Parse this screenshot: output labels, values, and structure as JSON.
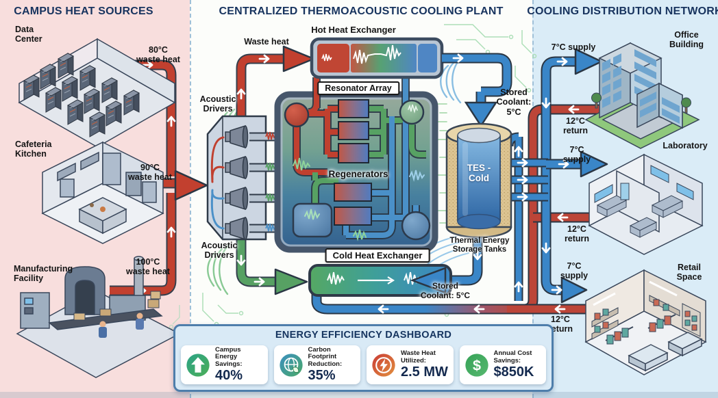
{
  "left_panel": {
    "title": "CAMPUS HEAT SOURCES",
    "sources": [
      {
        "name": "Data\nCenter",
        "waste_heat": "80°C\nwaste heat"
      },
      {
        "name": "Cafeteria\nKitchen",
        "waste_heat": "90°C\nwaste heat"
      },
      {
        "name": "Manufacturing\nFacility",
        "waste_heat": "100°C\nwaste heat"
      }
    ]
  },
  "center_panel": {
    "title": "CENTRALIZED THERMOACOUSTIC COOLING PLANT",
    "labels": {
      "waste_heat_in": "Waste heat",
      "hot_heat_exchanger": "Hot Heat Exchanger",
      "resonator_array": "Resonator Array",
      "acoustic_drivers_top": "Acoustic\nDrivers",
      "acoustic_drivers_bottom": "Acoustic\nDrivers",
      "regenerators": "Regenerators",
      "cold_heat_exchanger": "Cold Heat Exchanger",
      "tes_tank": "TES -\nCold",
      "stored_coolant_top": "Stored\nCoolant:\n5°C",
      "stored_coolant_bottom": "Stored\nCoolant: 5°C",
      "storage_tanks": "Thermal Energy\nStorage Tanks"
    }
  },
  "right_panel": {
    "title": "COOLING DISTRIBUTION NETWORK",
    "buildings": [
      {
        "name": "Office\nBuilding",
        "supply": "7°C supply",
        "return": "12°C\nreturn"
      },
      {
        "name": "Laboratory",
        "supply": "7°C\nsupply",
        "return": "12°C\nreturn"
      },
      {
        "name": "Retail\nSpace",
        "supply": "7°C\nsupply",
        "return": "12°C\nreturn"
      }
    ]
  },
  "dashboard": {
    "title": "ENERGY EFFICIENCY DASHBOARD",
    "metrics": [
      {
        "icon": "up-arrow-icon",
        "label": "Campus Energy\nSavings:",
        "value": "40%"
      },
      {
        "icon": "globe-leaf-icon",
        "label": "Carbon Footprint\nReduction:",
        "value": "35%"
      },
      {
        "icon": "lightning-bolt-icon",
        "label": "Waste Heat\nUtilized:",
        "value": "2.5 MW"
      },
      {
        "icon": "dollar-icon",
        "label": "Annual Cost\nSavings:",
        "value": "$850K",
        "icon_glyph": "$"
      }
    ]
  },
  "colors": {
    "heat_red": "#c2402f",
    "cool_blue": "#3a86c8",
    "green": "#57a163",
    "title_navy": "#17335e",
    "left_bg": "#f8dedd",
    "center_bg": "#fcfdfa",
    "right_bg": "#daecf7",
    "dashboard_bg": "#d9eaf6"
  }
}
